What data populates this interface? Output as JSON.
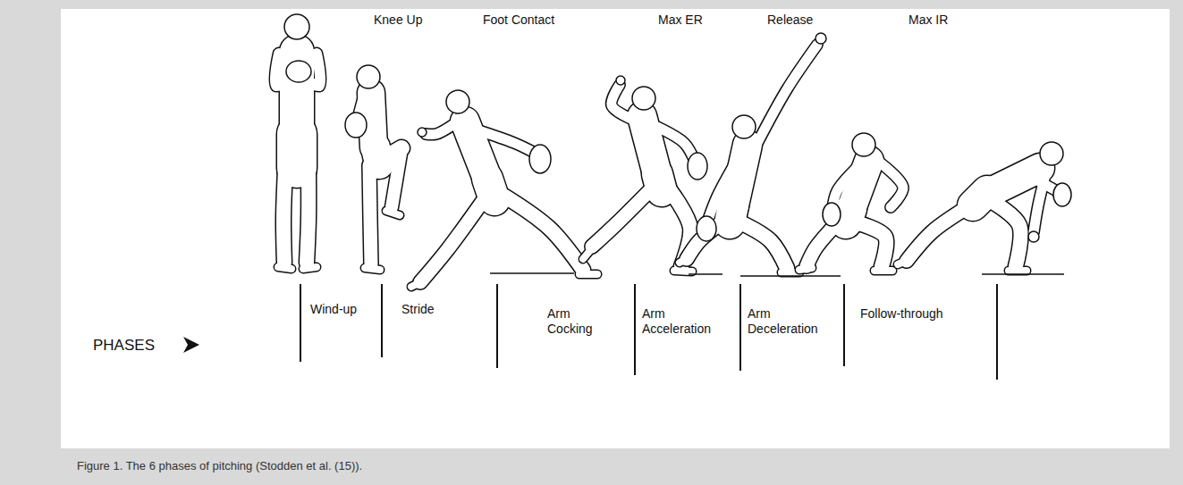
{
  "diagram": {
    "caption": "Figure 1. The 6 phases of pitching (Stodden et al. (15)).",
    "labels": [
      "Knee Up",
      "Foot Contact",
      "Max ER",
      "Release",
      "Max IR",
      "PHASES",
      "Wind-up",
      "Stride",
      "Arm Cocking",
      "Arm Acceleration",
      "Arm Deceleration",
      "Follow-through"
    ]
  }
}
